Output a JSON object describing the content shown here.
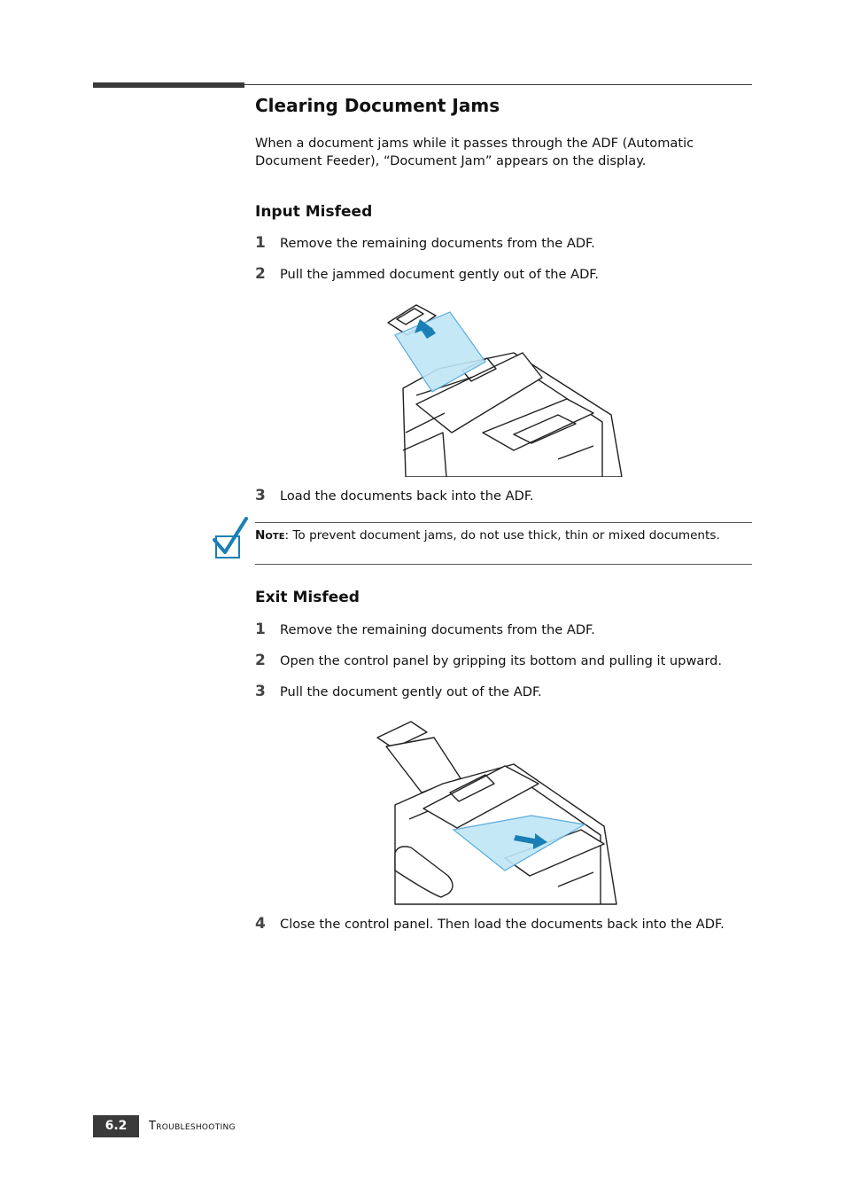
{
  "section": {
    "title": "Clearing Document Jams",
    "intro": "When a document jams while it passes through the ADF (Automatic Document Feeder), “Document Jam” appears on the display."
  },
  "input_misfeed": {
    "heading": "Input Misfeed",
    "steps": [
      {
        "num": "1",
        "text": "Remove the remaining documents from the ADF."
      },
      {
        "num": "2",
        "text": "Pull the jammed document gently out of the ADF."
      },
      {
        "num": "3",
        "text": "Load the documents back into the ADF."
      }
    ]
  },
  "note": {
    "label": "Note",
    "text": ": To prevent document jams, do not use thick, thin or mixed documents."
  },
  "exit_misfeed": {
    "heading": "Exit Misfeed",
    "steps": [
      {
        "num": "1",
        "text": "Remove the remaining documents from the ADF."
      },
      {
        "num": "2",
        "text": "Open the control panel by gripping its bottom and pulling it upward."
      },
      {
        "num": "3",
        "text": "Pull the document gently out of the ADF."
      },
      {
        "num": "4",
        "text": "Close the control panel. Then load the documents back into the ADF."
      }
    ]
  },
  "footer": {
    "page_number": "6.2",
    "chapter": "Troubleshooting"
  },
  "colors": {
    "accent": "#1a7fb5",
    "paper_fill": "#bfe6f7",
    "rule": "#3a3a3a"
  }
}
